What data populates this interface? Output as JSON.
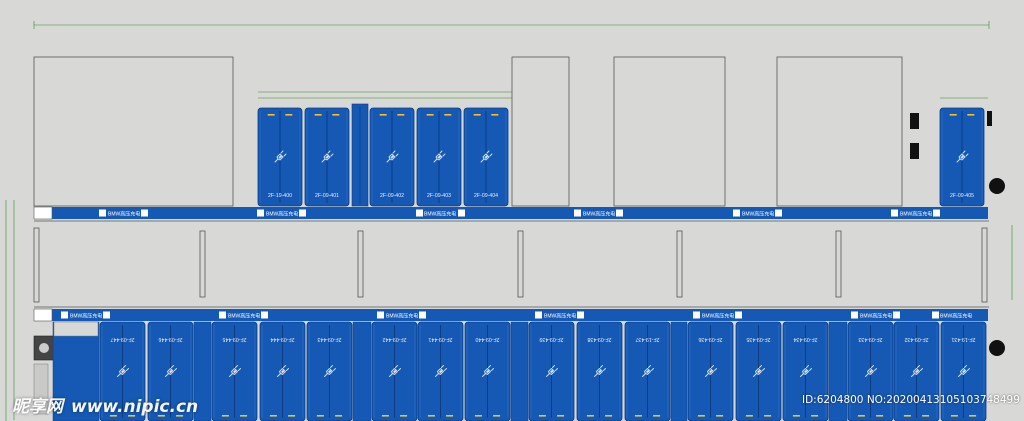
{
  "colors": {
    "background": "#d8d9d7",
    "wall_line": "#555555",
    "bay_blue": "#1559b4",
    "bay_border": "#0c3f86",
    "lane_blue": "#1559b4",
    "dim_line": "#2f8a2f",
    "bumper": "#f2c12e",
    "icon": "#d6e4f6"
  },
  "lane_sign_text": "BMW高压充电",
  "top_row_bays": [
    {
      "label": "2F-19-400"
    },
    {
      "label": "2F-09-401"
    },
    {
      "label": "2F-09-402"
    },
    {
      "label": "2F-09-403"
    },
    {
      "label": "2F-09-404"
    },
    {
      "label": "2F-09-405"
    }
  ],
  "bottom_row_bays": [
    {
      "label": "2F-09-447"
    },
    {
      "label": "2F-09-446"
    },
    {
      "label": "2F-09-445"
    },
    {
      "label": "2F-09-444"
    },
    {
      "label": "2F-09-443"
    },
    {
      "label": "2F-09-442"
    },
    {
      "label": "2F-09-441"
    },
    {
      "label": "2F-09-440"
    },
    {
      "label": "2F-09-439"
    },
    {
      "label": "2F-09-438"
    },
    {
      "label": "2F-19-437"
    },
    {
      "label": "2F-09-436"
    },
    {
      "label": "2F-09-435"
    },
    {
      "label": "2F-09-434"
    },
    {
      "label": "2F-09-433"
    },
    {
      "label": "2F-09-432"
    },
    {
      "label": "2F-19-431"
    }
  ],
  "icons": {
    "bay": "ev-charging-plug-icon",
    "column": "pillar-icon"
  },
  "watermark": {
    "brand": "昵享网",
    "url": "www.nipic.cn",
    "id_text": "ID:6204800 NO:20200413105103748499"
  }
}
